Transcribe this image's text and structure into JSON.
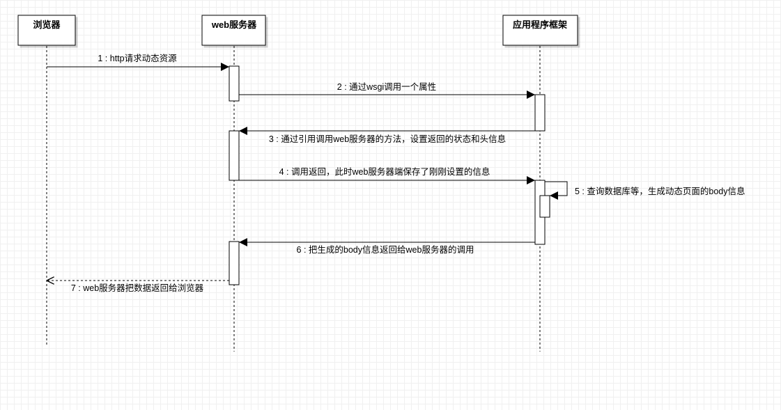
{
  "participants": [
    {
      "id": "browser",
      "label": "浏览器"
    },
    {
      "id": "webserver",
      "label": "web服务器"
    },
    {
      "id": "framework",
      "label": "应用程序框架"
    }
  ],
  "messages": [
    {
      "label": "1 : http请求动态资源",
      "from": "browser",
      "to": "webserver",
      "style": "sync"
    },
    {
      "label": "2 : 通过wsgi调用一个属性",
      "from": "webserver",
      "to": "framework",
      "style": "sync"
    },
    {
      "label": "3 : 通过引用调用web服务器的方法，设置返回的状态和头信息",
      "from": "framework",
      "to": "webserver",
      "style": "sync"
    },
    {
      "label": "4 : 调用返回，此时web服务器端保存了刚刚设置的信息",
      "from": "webserver",
      "to": "framework",
      "style": "sync"
    },
    {
      "label": "5 : 查询数据库等，生成动态页面的body信息",
      "from": "framework",
      "to": "framework",
      "style": "self"
    },
    {
      "label": "6 : 把生成的body信息返回给web服务器的调用",
      "from": "framework",
      "to": "webserver",
      "style": "sync"
    },
    {
      "label": "7 : web服务器把数据返回给浏览器",
      "from": "webserver",
      "to": "browser",
      "style": "return"
    }
  ]
}
